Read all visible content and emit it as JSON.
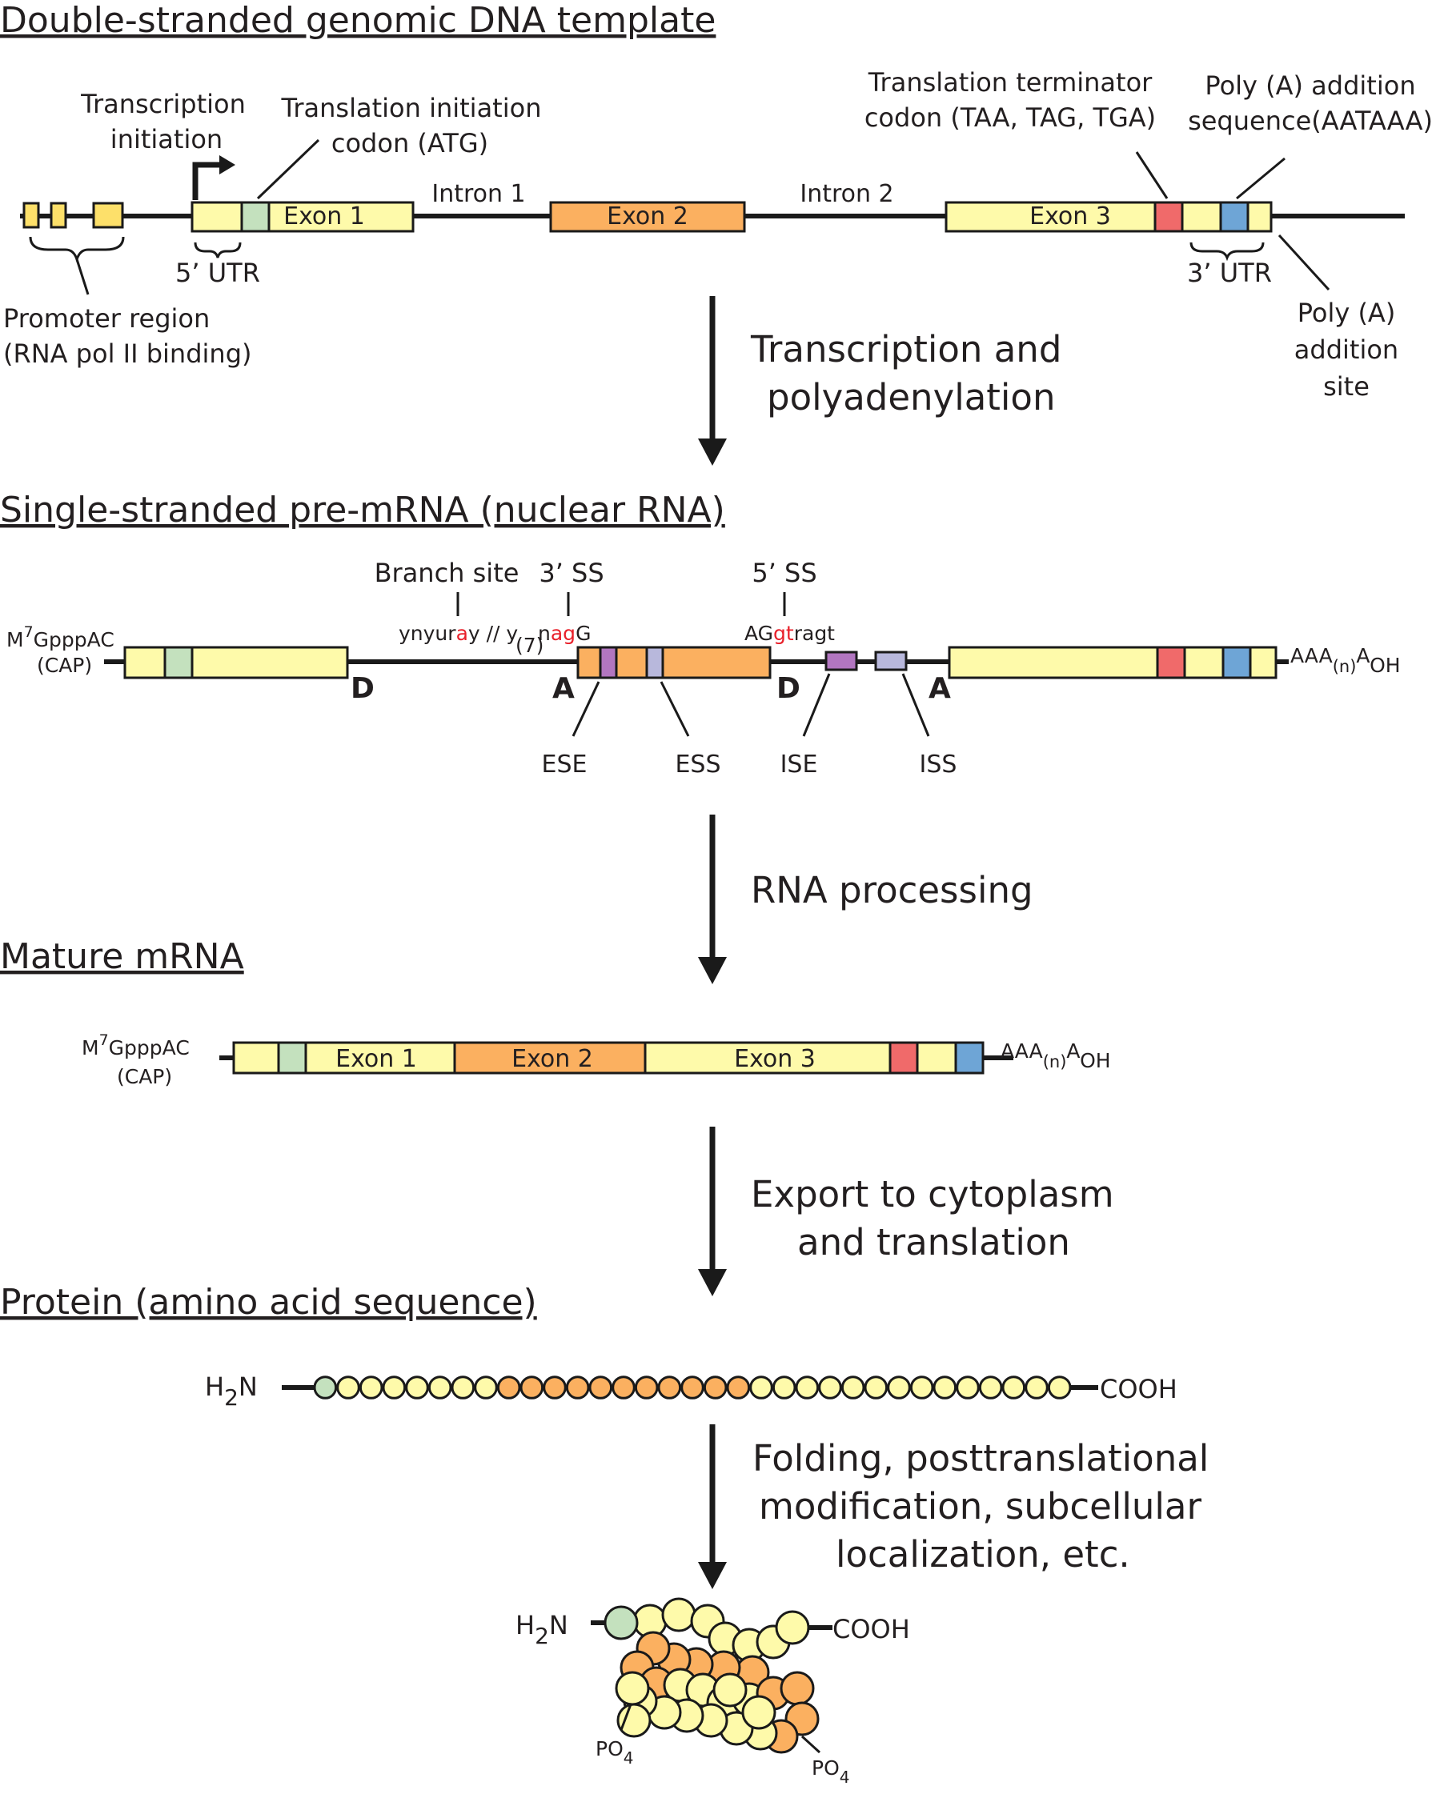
{
  "colors": {
    "exon_yellow": "#fefaaa",
    "exon_orange": "#fbb060",
    "promoter_yellow": "#fde06a",
    "start_codon_green": "#c4e1be",
    "stop_codon_red": "#f06a6a",
    "polyA_signal_blue": "#6ea5d6",
    "ese_purple": "#b276c0",
    "ess_lavender": "#b8b8dc",
    "splice_red": "#e8202a",
    "line": "#1a1a1a"
  },
  "section1": {
    "title": "Double-stranded genomic DNA template",
    "transcription_initiation": [
      "Transcription",
      "initiation"
    ],
    "translation_initiation": [
      "Translation initiation",
      "codon (ATG)"
    ],
    "intron1": "Intron 1",
    "intron2": "Intron 2",
    "exon1": "Exon 1",
    "exon2": "Exon 2",
    "exon3": "Exon 3",
    "translation_terminator": [
      "Translation terminator",
      "codon (TAA, TAG, TGA)"
    ],
    "polyA_sequence": [
      "Poly (A) addition",
      "sequence(AATAAA)"
    ],
    "utr5": "5’ UTR",
    "utr3": "3’ UTR",
    "promoter": [
      "Promoter region",
      "(RNA pol II binding)"
    ],
    "polyA_site": [
      "Poly (A)",
      "addition",
      "site"
    ]
  },
  "step1": [
    "Transcription and",
    "polyadenylation"
  ],
  "section2": {
    "title": "Single-stranded pre-mRNA (nuclear RNA)",
    "branch_site": "Branch site",
    "ss3": "3’ SS",
    "ss5": "5’ SS",
    "branch_seq_a": "ynyur",
    "branch_seq_b": "a",
    "branch_seq_c": "y // y",
    "branch_sub": "(7)",
    "acc_a": "n",
    "acc_b": "ag",
    "acc_c": "G",
    "don_a": "AG",
    "don_b": "gt",
    "don_c": "ragt",
    "cap_top": "M",
    "cap_sup": "7",
    "cap_rest": "GpppAC",
    "cap_label": "(CAP)",
    "tail_a": "AAA",
    "tail_sub": "(n)",
    "tail_b": "A",
    "tail_sub2": "OH",
    "donor": "D",
    "acceptor": "A",
    "ese": "ESE",
    "ess": "ESS",
    "ise": "ISE",
    "iss": "ISS"
  },
  "step2": "RNA processing",
  "section3": {
    "title": "Mature mRNA",
    "exon1": "Exon 1",
    "exon2": "Exon 2",
    "exon3": "Exon 3"
  },
  "step3": [
    "Export to cytoplasm",
    "and translation"
  ],
  "section4": {
    "title": "Protein (amino acid sequence)",
    "nterm": "H",
    "nterm_sub": "2",
    "nterm_n": "N",
    "cterm": "COOH",
    "po": "PO",
    "po_sub": "4",
    "residues": [
      "green",
      "yellow",
      "yellow",
      "yellow",
      "yellow",
      "yellow",
      "yellow",
      "yellow",
      "orange",
      "orange",
      "orange",
      "orange",
      "orange",
      "orange",
      "orange",
      "orange",
      "orange",
      "orange",
      "orange",
      "yellow",
      "yellow",
      "yellow",
      "yellow",
      "yellow",
      "yellow",
      "yellow",
      "yellow",
      "yellow",
      "yellow",
      "yellow",
      "yellow",
      "yellow",
      "yellow"
    ]
  },
  "step4": [
    "Folding, posttranslational",
    "modification, subcellular",
    "localization, etc."
  ]
}
